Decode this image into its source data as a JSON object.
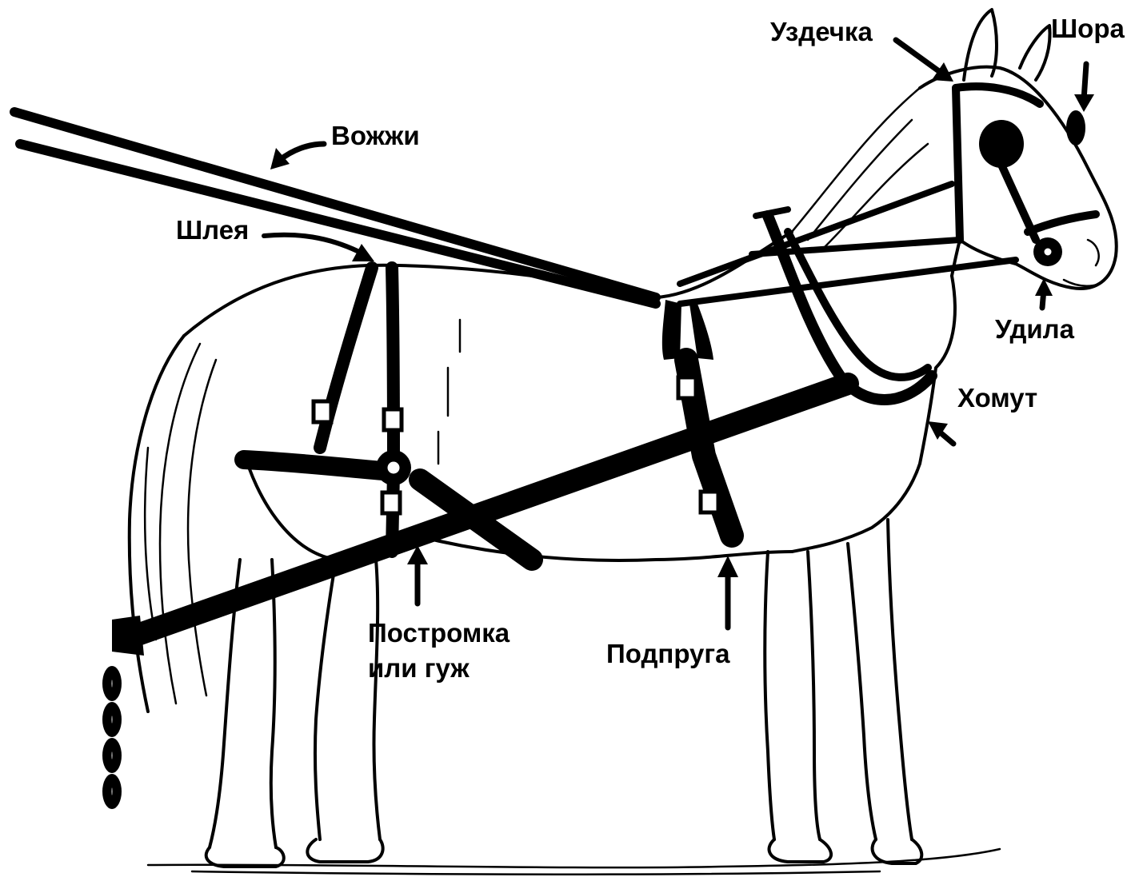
{
  "labels": {
    "bridle": "Уздечка",
    "blinker": "Шора",
    "reins": "Вожжи",
    "breeching": "Шлея",
    "bit": "Удила",
    "collar": "Хомут",
    "trace_line1": "Постромка",
    "trace_line2": "или гуж",
    "girth": "Подпруга"
  },
  "colors": {
    "ink": "#000000",
    "paper": "#ffffff"
  }
}
